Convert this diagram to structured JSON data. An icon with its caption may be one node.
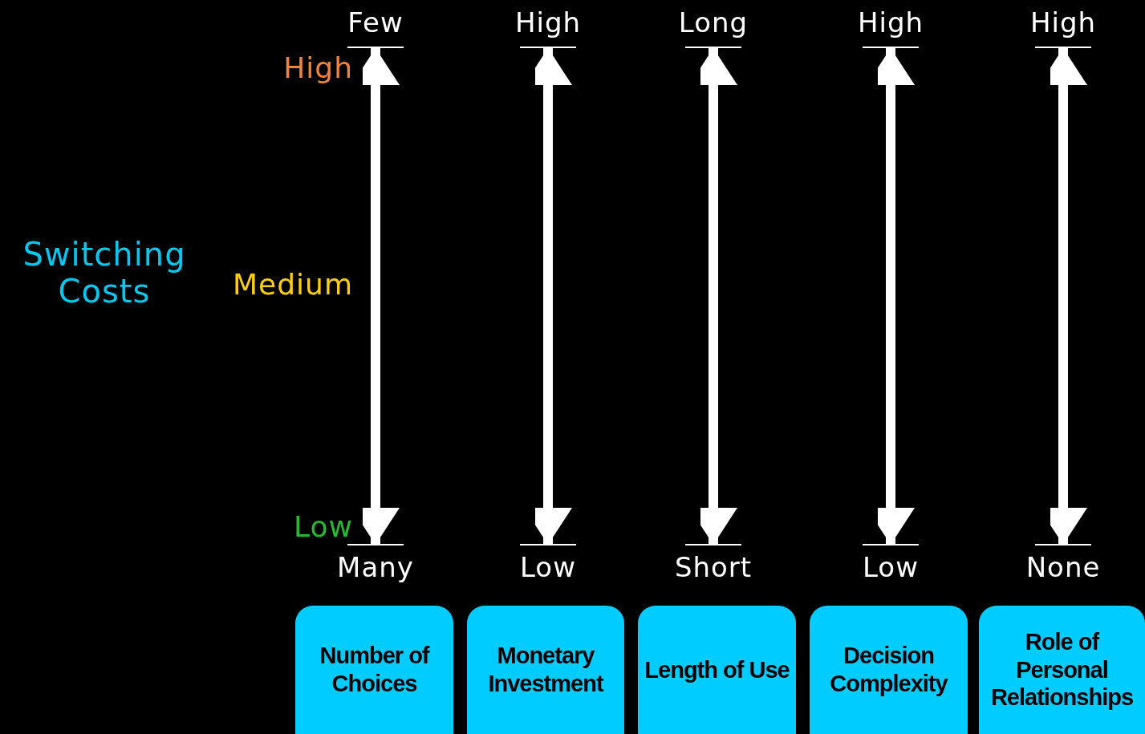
{
  "diagram": {
    "nodes": [
      {
        "text": [
          "Few"
        ]
      },
      {
        "text": [
          "High"
        ]
      },
      {
        "text": [
          "Long"
        ]
      },
      {
        "text": [
          "High"
        ]
      },
      {
        "text": [
          "High"
        ]
      },
      {
        "text": [
          "Many"
        ]
      },
      {
        "text": [
          "Low"
        ]
      },
      {
        "text": [
          "Short"
        ]
      },
      {
        "text": [
          "Low"
        ]
      },
      {
        "text": [
          "None"
        ]
      },
      {
        "text": [
          "Number of Choices"
        ]
      },
      {
        "text": [
          "Monetary Investment"
        ]
      },
      {
        "text": [
          "Length of Use"
        ]
      },
      {
        "text": [
          "Decision Complexity"
        ]
      },
      {
        "text": [
          "Role of Personal Relationships"
        ]
      }
    ],
    "edges": [
      {
        "from": 0,
        "to": 5,
        "arrow": "both"
      },
      {
        "from": 1,
        "to": 6,
        "arrow": "both"
      },
      {
        "from": 2,
        "to": 7,
        "arrow": "both"
      },
      {
        "from": 3,
        "to": 8,
        "arrow": "both"
      },
      {
        "from": 4,
        "to": 9,
        "arrow": "both"
      }
    ],
    "labels": [
      "Switching Costs",
      "High",
      "Medium",
      "Low"
    ]
  }
}
